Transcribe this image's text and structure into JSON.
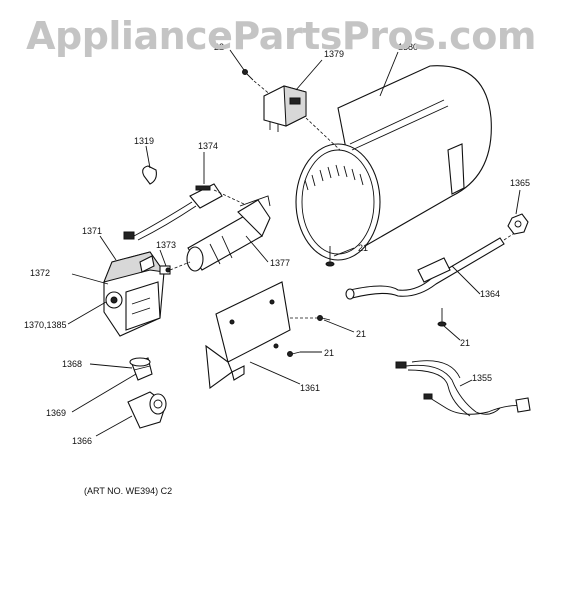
{
  "watermark": "AppliancePartsPros.com",
  "art_note": "(ART NO. WE394) C2",
  "callouts": {
    "c22": "22",
    "c1379": "1379",
    "c1380": "1380",
    "c1319": "1319",
    "c1374": "1374",
    "c1365": "1365",
    "c1371": "1371",
    "c1373": "1373",
    "c1377": "1377",
    "c21a": "21",
    "c1372": "1372",
    "c1364": "1364",
    "c1370": "1370,1385",
    "c21b": "21",
    "c21c": "21",
    "c21d": "21",
    "c1368": "1368",
    "c1361": "1361",
    "c1355": "1355",
    "c1369": "1369",
    "c1366": "1366"
  }
}
